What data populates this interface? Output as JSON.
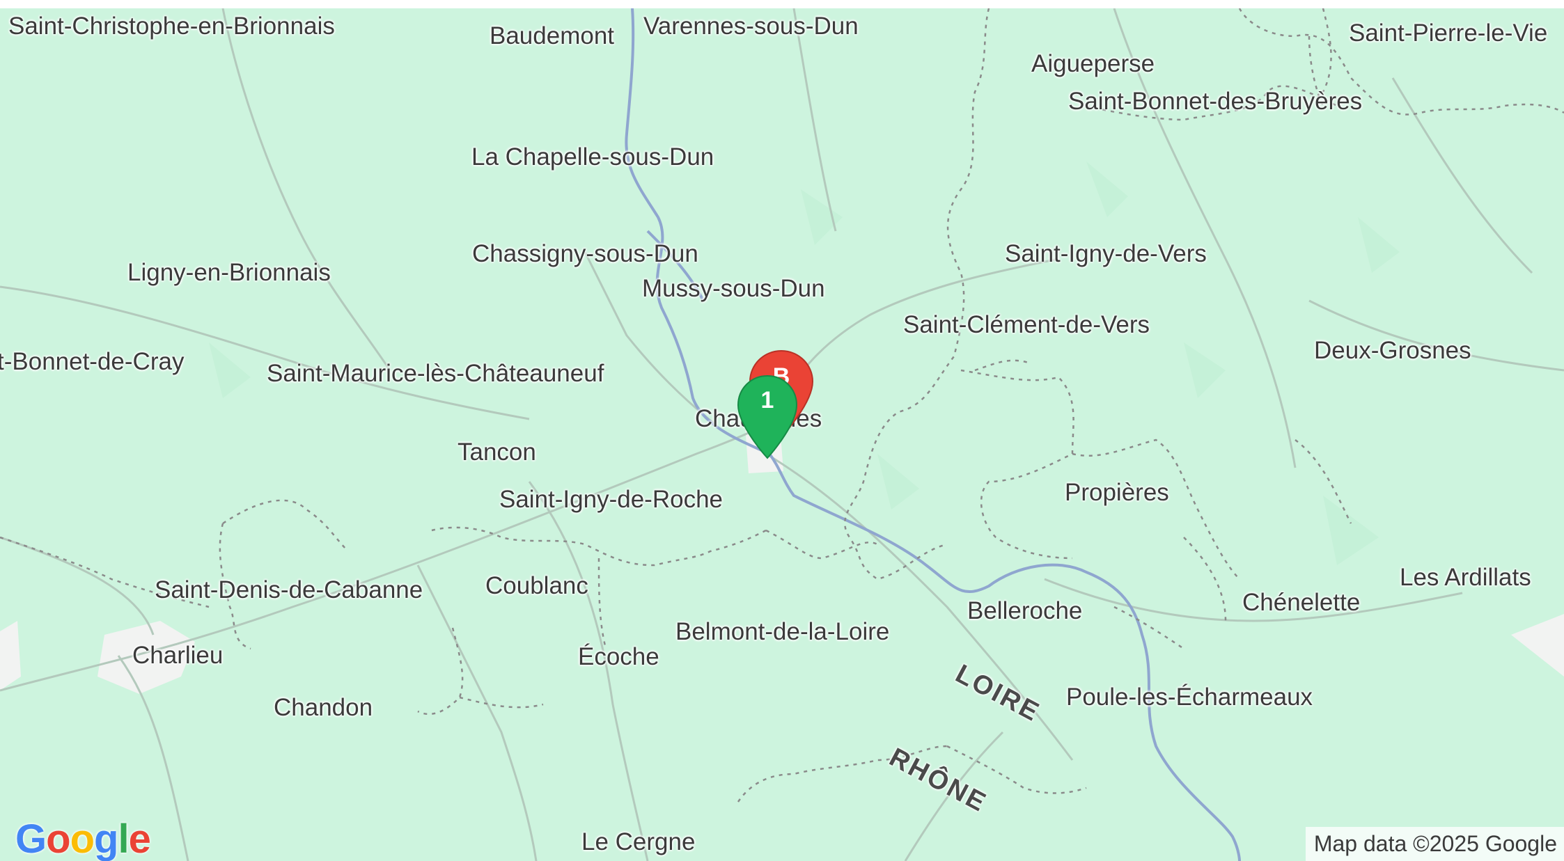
{
  "map": {
    "places": [
      {
        "name": "Saint-Christophe-en-Brionnais"
      },
      {
        "name": "Baudemont"
      },
      {
        "name": "Varennes-sous-Dun"
      },
      {
        "name": "Saint-Pierre-le-Vie"
      },
      {
        "name": "Aigueperse"
      },
      {
        "name": "Saint-Bonnet-des-Bruyères"
      },
      {
        "name": "La Chapelle-sous-Dun"
      },
      {
        "name": "Chassigny-sous-Dun"
      },
      {
        "name": "Saint-Igny-de-Vers"
      },
      {
        "name": "Ligny-en-Brionnais"
      },
      {
        "name": "Mussy-sous-Dun"
      },
      {
        "name": "Saint-Clément-de-Vers"
      },
      {
        "name": "Deux-Grosnes"
      },
      {
        "name": "t-Bonnet-de-Cray"
      },
      {
        "name": "Saint-Maurice-lès-Châteauneuf"
      },
      {
        "name": "Chauffailles"
      },
      {
        "name": "Tancon"
      },
      {
        "name": "Propières"
      },
      {
        "name": "Saint-Igny-de-Roche"
      },
      {
        "name": "Saint-Denis-de-Cabanne"
      },
      {
        "name": "Coublanc"
      },
      {
        "name": "Les Ardillats"
      },
      {
        "name": "Chénelette"
      },
      {
        "name": "Belleroche"
      },
      {
        "name": "Belmont-de-la-Loire"
      },
      {
        "name": "Charlieu"
      },
      {
        "name": "Écoche"
      },
      {
        "name": "Poule-les-Écharmeaux"
      },
      {
        "name": "Chandon"
      },
      {
        "name": "Le Cergne"
      }
    ],
    "regions": [
      {
        "name": "LOIRE"
      },
      {
        "name": "RHÔNE"
      }
    ],
    "markers": [
      {
        "label": "B",
        "color": "#ea4335",
        "icon": "map-pin-icon"
      },
      {
        "label": "1",
        "color": "#1fb35a",
        "icon": "map-pin-icon"
      }
    ],
    "logo": {
      "letters": [
        "G",
        "o",
        "o",
        "g",
        "l",
        "e"
      ]
    },
    "attribution": "Map data ©2025 Google"
  }
}
